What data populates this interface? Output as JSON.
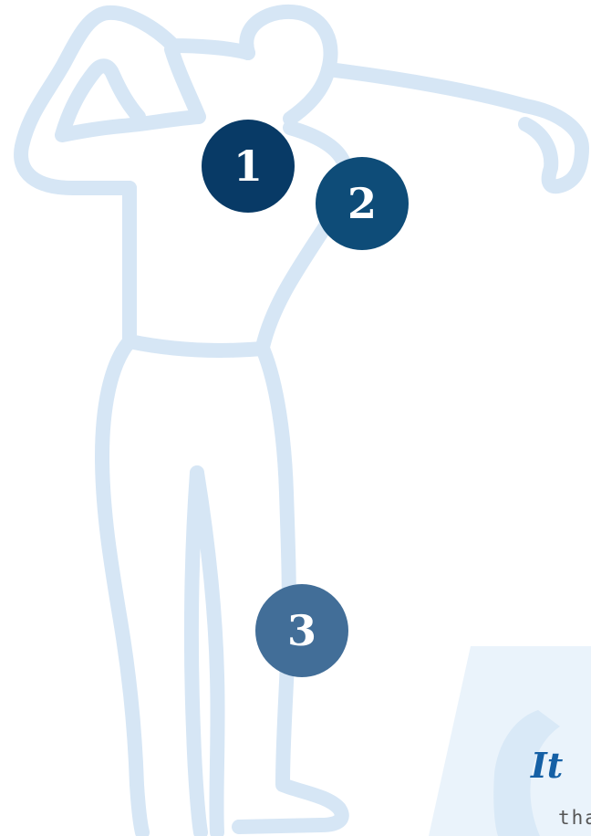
{
  "colors": {
    "background": "#ffffff",
    "figure_stroke": "#d6e6f5",
    "marker_1": "#083a66",
    "marker_2": "#0e4c78",
    "marker_3": "#426e98",
    "panel_bg": "#eaf3fb",
    "panel_quote_mark": "#d9e9f7",
    "heading": "#1560a5",
    "subtext": "#555555"
  },
  "illustration": {
    "icon": "golfer-silhouette-icon"
  },
  "markers": [
    {
      "label": "1"
    },
    {
      "label": "2"
    },
    {
      "label": "3"
    }
  ],
  "quote_panel": {
    "icon": "quote-mark-icon",
    "heading": "It ",
    "subtext": "tha"
  }
}
